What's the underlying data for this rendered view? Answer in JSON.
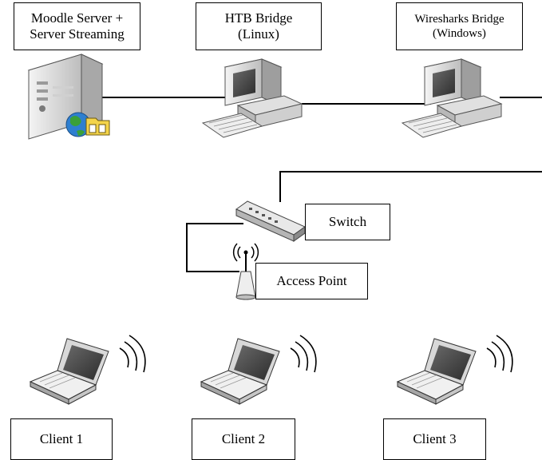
{
  "nodes": {
    "moodle_server": {
      "line1": "Moodle Server +",
      "line2": "Server Streaming",
      "icon": "server-globe-icon"
    },
    "htb_bridge": {
      "line1": "HTB Bridge",
      "line2": "(Linux)",
      "icon": "desktop-computer-icon"
    },
    "wiresharks_bridge": {
      "line1": "Wiresharks Bridge",
      "line2": "(Windows)",
      "icon": "desktop-computer-icon"
    },
    "switch": {
      "label": "Switch",
      "icon": "network-switch-icon"
    },
    "access_point": {
      "label": "Access Point",
      "icon": "wireless-access-point-icon"
    },
    "client1": {
      "label": "Client 1",
      "icon": "laptop-wireless-icon"
    },
    "client2": {
      "label": "Client 2",
      "icon": "laptop-wireless-icon"
    },
    "client3": {
      "label": "Client 3",
      "icon": "laptop-wireless-icon"
    }
  },
  "colors": {
    "line": "#000000",
    "case": "#e3e3e3",
    "screen": "#4a4a4a",
    "globe": "#2e7fd0",
    "land": "#3aa03a",
    "folder": "#f4d44a"
  }
}
